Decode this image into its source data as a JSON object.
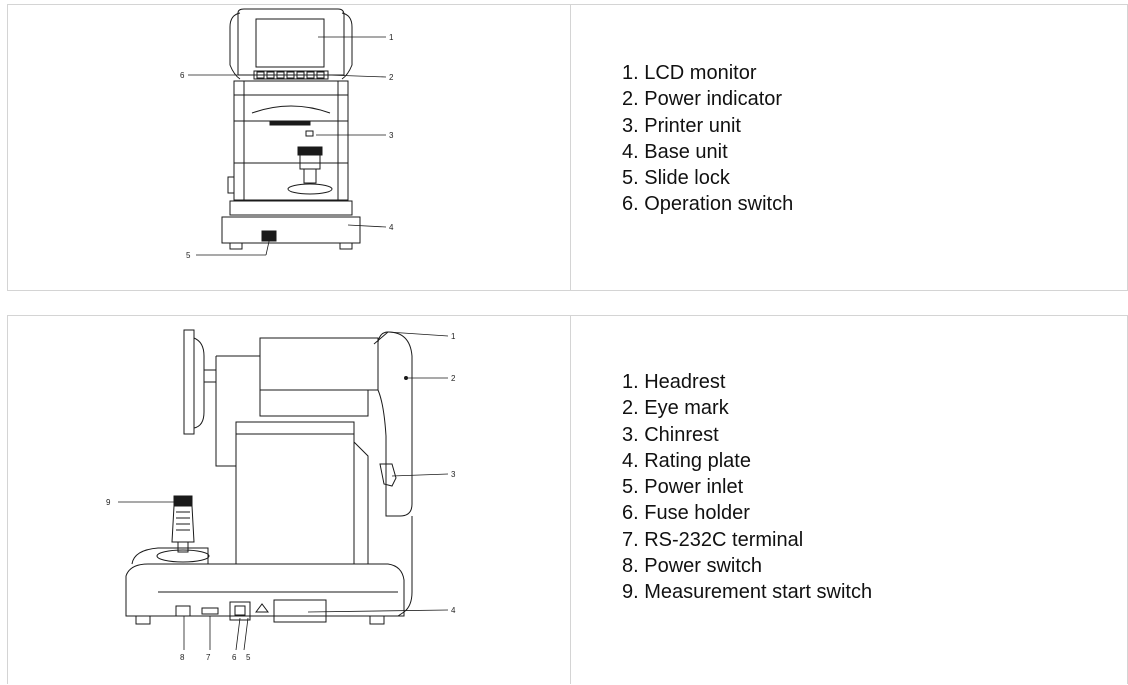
{
  "front_view": {
    "callouts": [
      "1",
      "2",
      "3",
      "4",
      "5",
      "6"
    ],
    "items": [
      "1. LCD monitor",
      "2. Power indicator",
      "3. Printer unit",
      "4. Base unit",
      "5. Slide lock",
      "6. Operation switch"
    ]
  },
  "side_view": {
    "callouts": [
      "1",
      "2",
      "3",
      "4",
      "5",
      "6",
      "7",
      "8",
      "9"
    ],
    "items": [
      "1. Headrest",
      "2. Eye mark",
      "3. Chinrest",
      "4. Rating plate",
      "5. Power inlet",
      "6. Fuse holder",
      "7. RS-232C terminal",
      "8. Power switch",
      "9. Measurement start switch"
    ]
  }
}
